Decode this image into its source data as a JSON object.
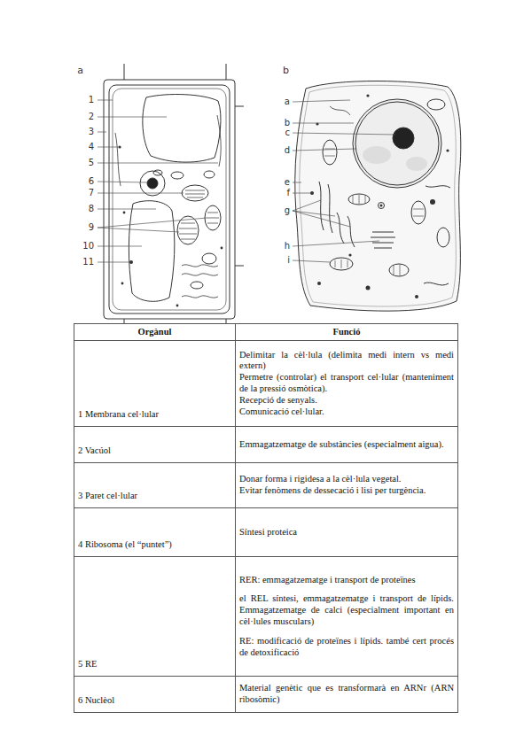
{
  "diagram": {
    "labels": [
      "a",
      "1",
      "2",
      "3",
      "4",
      "5",
      "6",
      "7",
      "8",
      "9",
      "10",
      "11",
      "b",
      "a",
      "b",
      "c",
      "d",
      "e",
      "f",
      "g",
      "h",
      "i",
      "Orgànul",
      "Funció",
      "1 Membrana cel·lular",
      "Delimitar la cèl·lula (delimita medi intern vs medi extern)",
      "Permetre (controlar) el transport cel·lular (manteniment de la pressió osmòtica).",
      "Recepció de senyals.",
      "Comunicació cel·lular.",
      "2 Vacúol",
      "Emmagatzematge de substàncies (especialment aigua).",
      "3 Paret cel·lular",
      "Donar forma i rigidesa a la cèl·lula vegetal.",
      "Evitar fenòmens de dessecació i lisi per turgència.",
      "4 Ribosoma (el “puntet”)",
      "Síntesi proteica",
      "5 RE",
      "RER: emmagatzematge i transport de proteïnes",
      "el REL síntesi, emmagatzematge i transport de lípids. Emmagatzematge de calci (especialment important en cèl·lules musculars)",
      "RE: modificació de proteïnes i lípids. també cert procés de detoxificació",
      "6 Nuclèol",
      "Material genètic que es transformarà en ARNr (ARN ribosòmic)"
    ]
  }
}
